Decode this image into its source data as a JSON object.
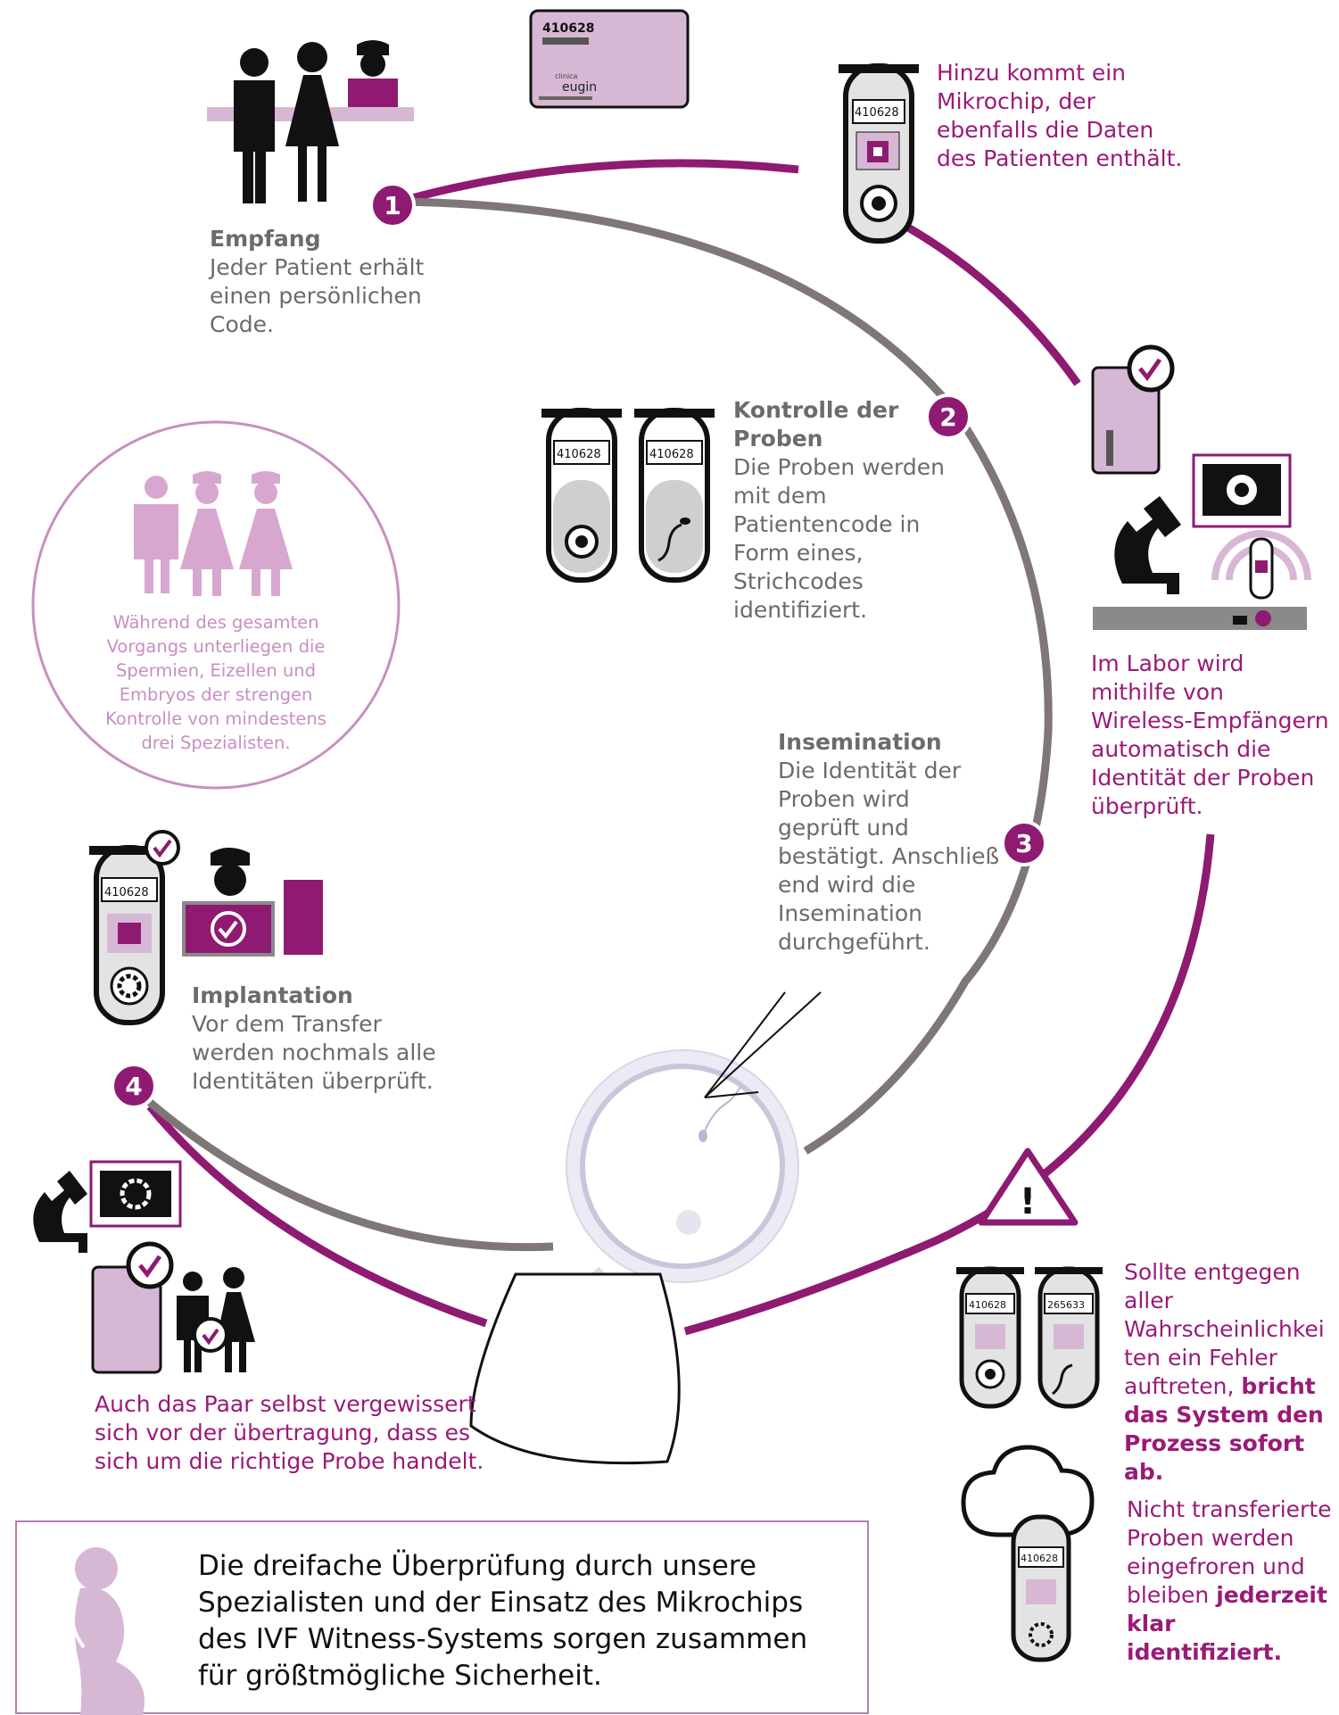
{
  "steps": {
    "reception": {
      "number": "1",
      "title": "Empfang",
      "lines": [
        "Jeder Patient erhält",
        "einen persönlichen",
        "Code."
      ]
    },
    "sample_check": {
      "number": "2",
      "title": "Kontrolle der",
      "title2": "Proben",
      "lines": [
        "Die Proben werden",
        "mit dem",
        "Patientencode in",
        "Form eines,",
        "Strichcodes",
        "identifiziert."
      ]
    },
    "insemination": {
      "number": "3",
      "title": "Insemination",
      "lines": [
        "Die Identität der",
        "Proben wird",
        "geprüft und",
        "bestätigt. Anschließ",
        "end wird die",
        "Insemination",
        "durchgeführt."
      ]
    },
    "implantation": {
      "number": "4",
      "title": "Implantation",
      "lines": [
        "Vor dem Transfer",
        "werden nochmals alle",
        "Identitäten überprüft."
      ]
    }
  },
  "notes": {
    "microchip": [
      "Hinzu kommt ein",
      "Mikrochip, der",
      "ebenfalls die Daten",
      "des Patienten enthält."
    ],
    "lab": [
      "Im Labor wird",
      "mithilfe von",
      "Wireless-Empfängern",
      "automatisch die",
      "Identität der Proben",
      "überprüft."
    ],
    "error_prefix": [
      "Sollte entgegen",
      "aller",
      "Wahrscheinlichkei",
      "ten ein Fehler"
    ],
    "error_mixed_plain": "auftreten, ",
    "error_mixed_bold": "bricht",
    "error_bold": [
      "das System den",
      "Prozess sofort ab."
    ],
    "frozen_plain": [
      "Nicht transferierte",
      "Proben werden",
      "eingefroren und"
    ],
    "frozen_mixed_plain": "bleiben ",
    "frozen_mixed_bold": "jederzeit",
    "frozen_bold": "klar identifiziert.",
    "couple": [
      "Auch das Paar selbst vergewissert",
      "sich vor der übertragung, dass es",
      "sich um die richtige Probe handelt."
    ],
    "specialists": [
      "Während des gesamten",
      "Vorgangs unterliegen die",
      "Spermien, Eizellen und",
      "Embryos der strengen",
      "Kontrolle von mindestens",
      "drei Spezialisten."
    ]
  },
  "summary": [
    "Die dreifache Überprüfung durch unsere",
    "Spezialisten und der Einsatz des Mikrochips",
    "des IVF Witness-Systems sorgen zusammen",
    "für größtmögliche Sicherheit."
  ],
  "labels": {
    "code": "410628",
    "wrong_code": "265633",
    "card_brand_small": "clinica",
    "card_brand": "eugin",
    "warning_mark": "!"
  },
  "colors": {
    "magenta": "#8e1a72",
    "light_purple": "#d7b8d4",
    "gray_ring": "#7e7677",
    "text_gray": "#6b6b6b",
    "text_magenta": "#9a1a78",
    "pale_purple": "#c78fc0"
  }
}
